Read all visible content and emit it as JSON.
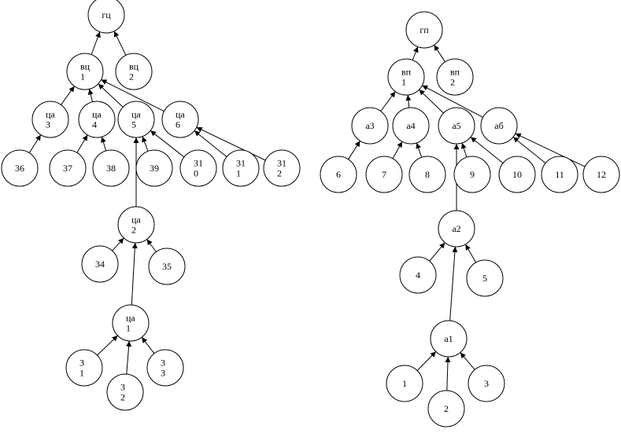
{
  "trees": [
    {
      "id": "left",
      "nodes": [
        {
          "id": "gc",
          "lines": [
            "гц"
          ]
        },
        {
          "id": "vc1",
          "lines": [
            "вц",
            "1"
          ]
        },
        {
          "id": "vc2",
          "lines": [
            "вц",
            "2"
          ]
        },
        {
          "id": "ca3",
          "lines": [
            "ца",
            "3"
          ]
        },
        {
          "id": "ca4",
          "lines": [
            "ца",
            "4"
          ]
        },
        {
          "id": "ca5",
          "lines": [
            "ца",
            "5"
          ]
        },
        {
          "id": "ca6",
          "lines": [
            "ца",
            "6"
          ]
        },
        {
          "id": "n36",
          "lines": [
            "36"
          ]
        },
        {
          "id": "n37",
          "lines": [
            "37"
          ]
        },
        {
          "id": "n38",
          "lines": [
            "38"
          ]
        },
        {
          "id": "n39",
          "lines": [
            "39"
          ]
        },
        {
          "id": "n310",
          "lines": [
            "31",
            "0"
          ]
        },
        {
          "id": "n311",
          "lines": [
            "31",
            "1"
          ]
        },
        {
          "id": "n312",
          "lines": [
            "31",
            "2"
          ]
        },
        {
          "id": "ca2",
          "lines": [
            "ца",
            "2"
          ]
        },
        {
          "id": "n34",
          "lines": [
            "34"
          ]
        },
        {
          "id": "n35",
          "lines": [
            "35"
          ]
        },
        {
          "id": "ca1",
          "lines": [
            "ца",
            "1"
          ]
        },
        {
          "id": "n31",
          "lines": [
            "3",
            "1"
          ]
        },
        {
          "id": "n32",
          "lines": [
            "3",
            "2"
          ]
        },
        {
          "id": "n33",
          "lines": [
            "3",
            "3"
          ]
        }
      ],
      "edges": [
        [
          "vc1",
          "gc"
        ],
        [
          "vc2",
          "gc"
        ],
        [
          "ca3",
          "vc1"
        ],
        [
          "ca4",
          "vc1"
        ],
        [
          "ca5",
          "vc1"
        ],
        [
          "ca6",
          "vc1"
        ],
        [
          "n36",
          "ca3"
        ],
        [
          "n37",
          "ca4"
        ],
        [
          "n38",
          "ca4"
        ],
        [
          "n39",
          "ca5"
        ],
        [
          "n310",
          "ca5"
        ],
        [
          "n311",
          "ca6"
        ],
        [
          "n312",
          "ca6"
        ],
        [
          "ca2",
          "ca5"
        ],
        [
          "n34",
          "ca2"
        ],
        [
          "n35",
          "ca2"
        ],
        [
          "ca1",
          "ca2"
        ],
        [
          "n31",
          "ca1"
        ],
        [
          "n32",
          "ca1"
        ],
        [
          "n33",
          "ca1"
        ]
      ]
    },
    {
      "id": "right",
      "nodes": [
        {
          "id": "gp",
          "lines": [
            "гп"
          ]
        },
        {
          "id": "vp1",
          "lines": [
            "вп",
            "1"
          ]
        },
        {
          "id": "vp2",
          "lines": [
            "вп",
            "2"
          ]
        },
        {
          "id": "a3",
          "lines": [
            "а3"
          ]
        },
        {
          "id": "a4",
          "lines": [
            "а4"
          ]
        },
        {
          "id": "a5",
          "lines": [
            "а5"
          ]
        },
        {
          "id": "a6",
          "lines": [
            "аб"
          ]
        },
        {
          "id": "r6",
          "lines": [
            "6"
          ]
        },
        {
          "id": "r7",
          "lines": [
            "7"
          ]
        },
        {
          "id": "r8",
          "lines": [
            "8"
          ]
        },
        {
          "id": "r9",
          "lines": [
            "9"
          ]
        },
        {
          "id": "r10",
          "lines": [
            "10"
          ]
        },
        {
          "id": "r11",
          "lines": [
            "11"
          ]
        },
        {
          "id": "r12",
          "lines": [
            "12"
          ]
        },
        {
          "id": "a2",
          "lines": [
            "а2"
          ]
        },
        {
          "id": "r4",
          "lines": [
            "4"
          ]
        },
        {
          "id": "r5",
          "lines": [
            "5"
          ]
        },
        {
          "id": "a1",
          "lines": [
            "а1"
          ]
        },
        {
          "id": "r1",
          "lines": [
            "1"
          ]
        },
        {
          "id": "r2",
          "lines": [
            "2"
          ]
        },
        {
          "id": "r3",
          "lines": [
            "3"
          ]
        }
      ],
      "edges": [
        [
          "vp1",
          "gp"
        ],
        [
          "vp2",
          "gp"
        ],
        [
          "a3",
          "vp1"
        ],
        [
          "a4",
          "vp1"
        ],
        [
          "a5",
          "vp1"
        ],
        [
          "a6",
          "vp1"
        ],
        [
          "r6",
          "a3"
        ],
        [
          "r7",
          "a4"
        ],
        [
          "r8",
          "a4"
        ],
        [
          "r9",
          "a5"
        ],
        [
          "r10",
          "a5"
        ],
        [
          "r11",
          "a6"
        ],
        [
          "r12",
          "a6"
        ],
        [
          "a2",
          "a5"
        ],
        [
          "r4",
          "a2"
        ],
        [
          "r5",
          "a2"
        ],
        [
          "a1",
          "a2"
        ],
        [
          "r1",
          "a1"
        ],
        [
          "r2",
          "a1"
        ],
        [
          "r3",
          "a1"
        ]
      ]
    }
  ]
}
